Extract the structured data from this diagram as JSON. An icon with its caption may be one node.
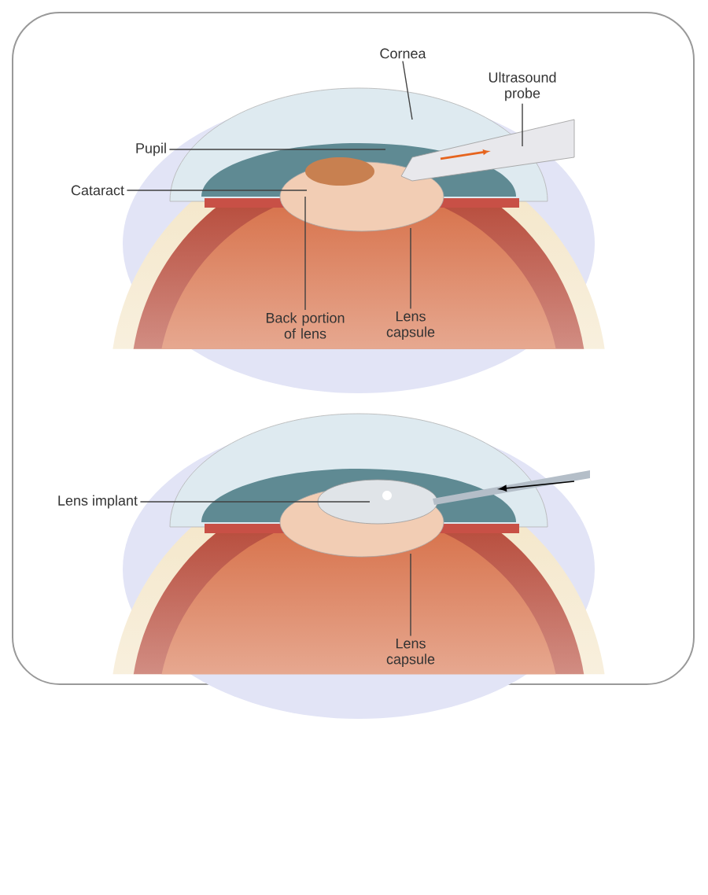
{
  "diagram": {
    "nodes": [
      {
        "text": [
          "Cornea"
        ]
      },
      {
        "text": [
          "Ultrasound probe"
        ]
      },
      {
        "text": [
          "Pupil"
        ]
      },
      {
        "text": [
          "Cataract"
        ]
      },
      {
        "text": [
          "Back portion of lens"
        ]
      },
      {
        "text": [
          "Lens capsule"
        ]
      },
      {
        "text": [
          "Lens implant"
        ]
      },
      {
        "text": [
          "Lens capsule"
        ]
      }
    ],
    "edges": [
      {
        "from": 0,
        "to": null,
        "arrow": "none"
      },
      {
        "from": 1,
        "to": null,
        "arrow": "none"
      },
      {
        "from": 2,
        "to": null,
        "arrow": "none"
      },
      {
        "from": 3,
        "to": null,
        "arrow": "none"
      },
      {
        "from": 4,
        "to": null,
        "arrow": "none"
      },
      {
        "from": 5,
        "to": null,
        "arrow": "none"
      },
      {
        "from": 6,
        "to": null,
        "arrow": "none"
      },
      {
        "from": 7,
        "to": null,
        "arrow": "none"
      }
    ]
  }
}
